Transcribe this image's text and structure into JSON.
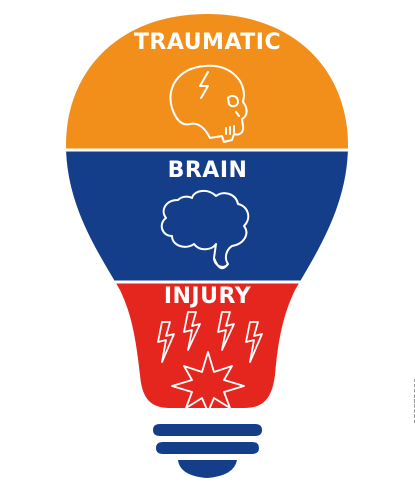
{
  "labels": {
    "top": "TRAUMATIC",
    "middle": "BRAIN",
    "bottom": "INJURY"
  },
  "side_id": "378872890",
  "colors": {
    "top": "#f18f1a",
    "middle": "#153e8a",
    "bottom": "#e4261f",
    "base": "#153e8a",
    "line": "#ffffff"
  },
  "icons": [
    "skull-icon",
    "brain-icon",
    "lightning-bolts-icon",
    "explosion-icon"
  ]
}
